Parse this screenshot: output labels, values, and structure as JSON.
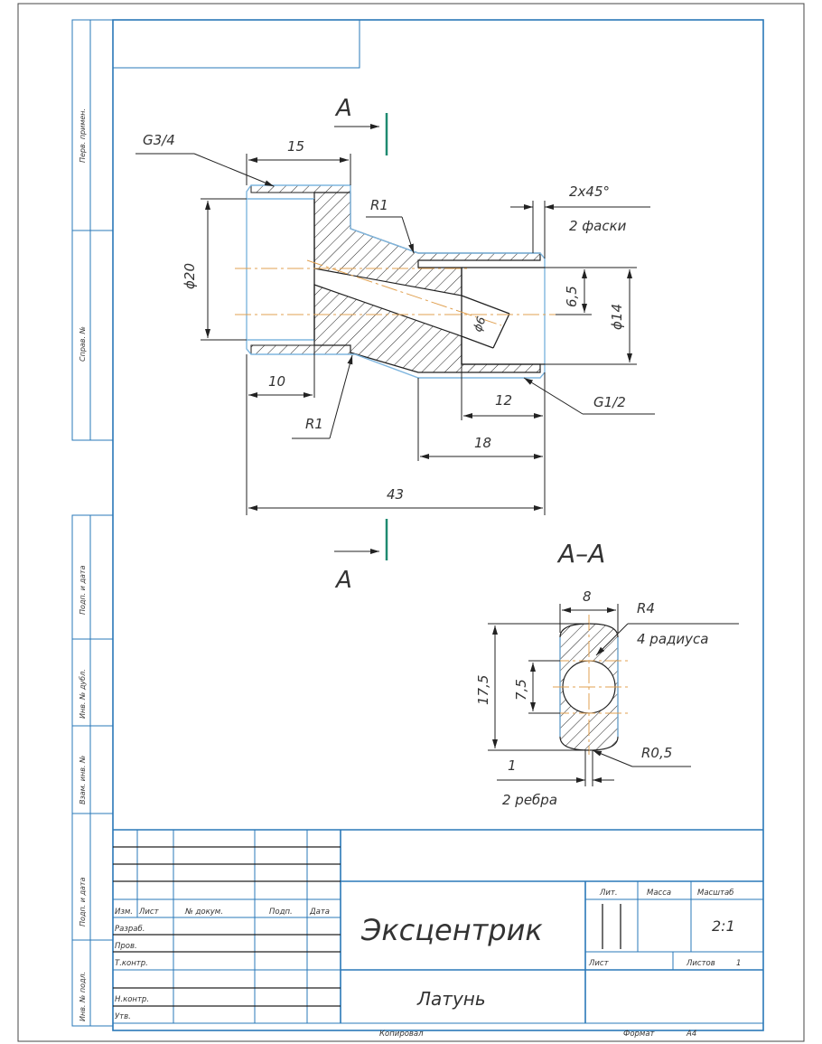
{
  "side_strip": [
    "Перв. примен.",
    "Справ. №",
    "Подп. и дата",
    "Инв. № дубл.",
    "Взам. инв. №",
    "Подп. и дата",
    "Инв. № подл."
  ],
  "section": {
    "mark": "A",
    "title": "A–A"
  },
  "main_view_labels": {
    "thread_left": "G3/4",
    "dim_15": "15",
    "radius_top": "R1",
    "chamfer": "2х45°",
    "chamfer_note": "2 фаски",
    "dia_20": "ϕ20",
    "dia_6": "ϕ6",
    "dim_6_5": "6,5",
    "dia_14": "ϕ14",
    "dim_10": "10",
    "radius_bottom": "R1",
    "dim_12": "12",
    "thread_right": "G1/2",
    "dim_18": "18",
    "dim_43": "43"
  },
  "section_labels": {
    "dim_8": "8",
    "radius_4": "R4",
    "radius_4_note": "4 радиуса",
    "dim_17_5": "17,5",
    "dim_7_5": "7,5",
    "radius_0_5": "R0,5",
    "dim_1": "1",
    "dim_1_note": "2 ребра"
  },
  "title_block": {
    "headers": [
      "Изм.",
      "Лист",
      "№ докум.",
      "Подп.",
      "Дата"
    ],
    "roles": [
      "Разраб.",
      "Пров.",
      "Т.контр.",
      "",
      "Н.контр.",
      "Утв."
    ],
    "part_name": "Эксцентрик",
    "material": "Латунь",
    "lit_label": "Лит.",
    "mass_label": "Масса",
    "scale_label": "Масштаб",
    "scale_value": "2:1",
    "sheet_label": "Лист",
    "sheets_label": "Листов",
    "sheets_value": "1",
    "copied": "Копировал",
    "format_label": "Формат",
    "format_value": "А4"
  }
}
